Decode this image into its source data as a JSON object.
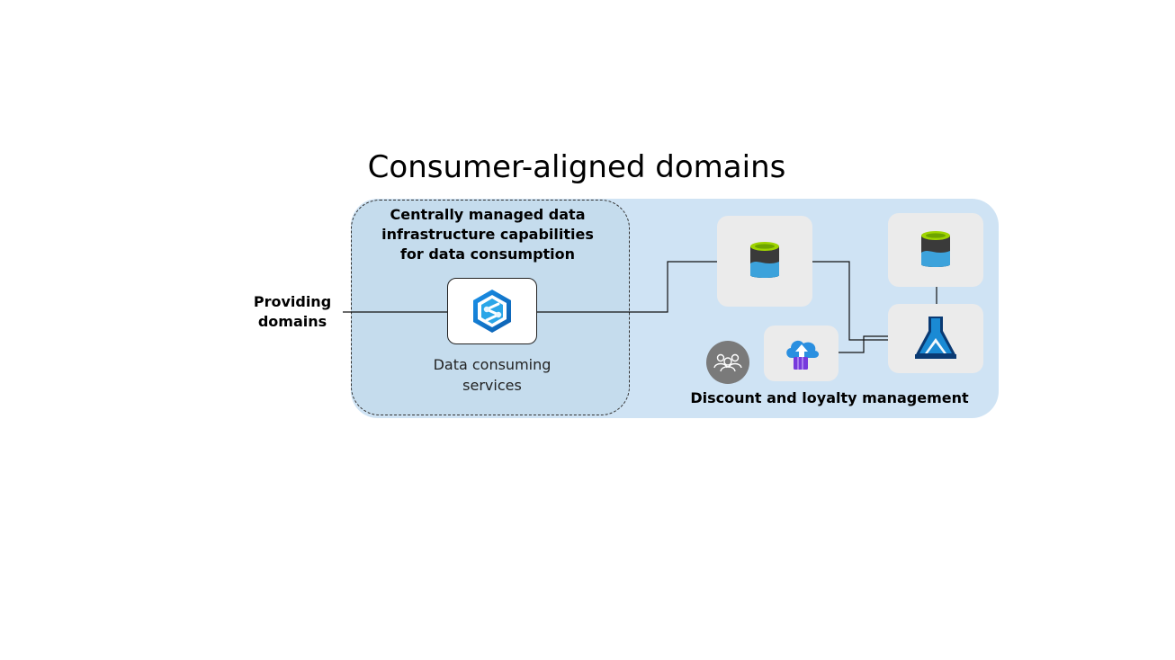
{
  "title": "Consumer-aligned domains",
  "infrastructure": {
    "title_line1": "Centrally managed data",
    "title_line2": "infrastructure capabilities",
    "title_line3": "for data consumption"
  },
  "providing_domains": {
    "line1": "Providing",
    "line2": "domains"
  },
  "data_consuming_services": {
    "line1": "Data consuming",
    "line2": "services",
    "icon": "synapse-analytics-icon"
  },
  "domain": {
    "name": "Discount and loyalty management",
    "icons": [
      "sql-database-icon",
      "sql-database-icon",
      "machine-learning-icon",
      "container-registry-icon",
      "users-icon"
    ]
  },
  "colors": {
    "domain_panel": "#cfe3f4",
    "infra_panel": "#c5dced",
    "tile": "#ebebeb",
    "azure_blue": "#0078d4",
    "database_green": "#9fd400",
    "users_circle": "#7a7a7a"
  }
}
